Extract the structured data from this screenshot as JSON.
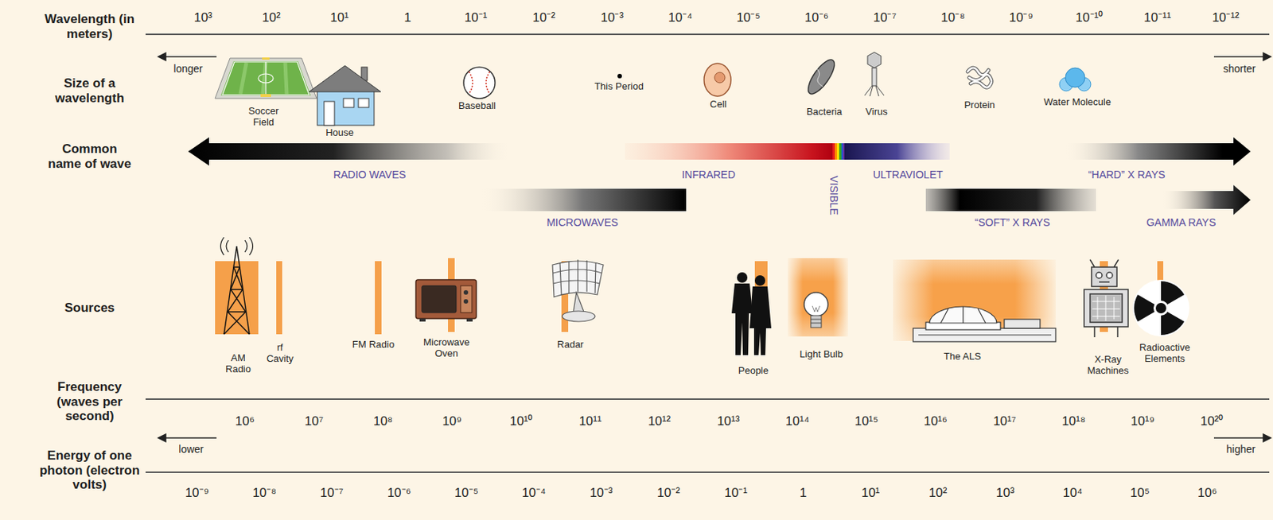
{
  "diagram": {
    "labels": [
      "Wavelength (in meters)",
      "Size of a wavelength",
      "Common name of wave",
      "Sources",
      "Frequency (waves per second)",
      "Energy of one photon (electron volts)",
      "10³",
      "10²",
      "10¹",
      "1",
      "10⁻¹",
      "10⁻²",
      "10⁻³",
      "10⁻⁴",
      "10⁻⁵",
      "10⁻⁶",
      "10⁻⁷",
      "10⁻⁸",
      "10⁻⁹",
      "10⁻¹⁰",
      "10⁻¹¹",
      "10⁻¹²",
      "longer",
      "shorter",
      "Soccer Field",
      "House",
      "Baseball",
      "This Period",
      "Cell",
      "Bacteria",
      "Virus",
      "Protein",
      "Water Molecule",
      "RADIO WAVES",
      "INFRARED",
      "VISIBLE",
      "ULTRAVIOLET",
      "“HARD” X RAYS",
      "MICROWAVES",
      "“SOFT” X RAYS",
      "GAMMA RAYS",
      "AM Radio",
      "rf Cavity",
      "FM Radio",
      "Microwave Oven",
      "Radar",
      "People",
      "Light Bulb",
      "The ALS",
      "X-Ray Machines",
      "Radioactive Elements",
      "10⁶",
      "10⁷",
      "10⁸",
      "10⁹",
      "10¹⁰",
      "10¹¹",
      "10¹²",
      "10¹³",
      "10¹⁴",
      "10¹⁵",
      "10¹⁶",
      "10¹⁷",
      "10¹⁸",
      "10¹⁹",
      "10²⁰",
      "lower",
      "higher",
      "10⁻⁹",
      "10⁻⁸",
      "10⁻⁷",
      "10⁻⁶",
      "10⁻⁵",
      "10⁻⁴",
      "10⁻³",
      "10⁻²",
      "10⁻¹",
      "1",
      "10¹",
      "10²",
      "10³",
      "10⁴",
      "10⁵",
      "10⁶"
    ]
  }
}
